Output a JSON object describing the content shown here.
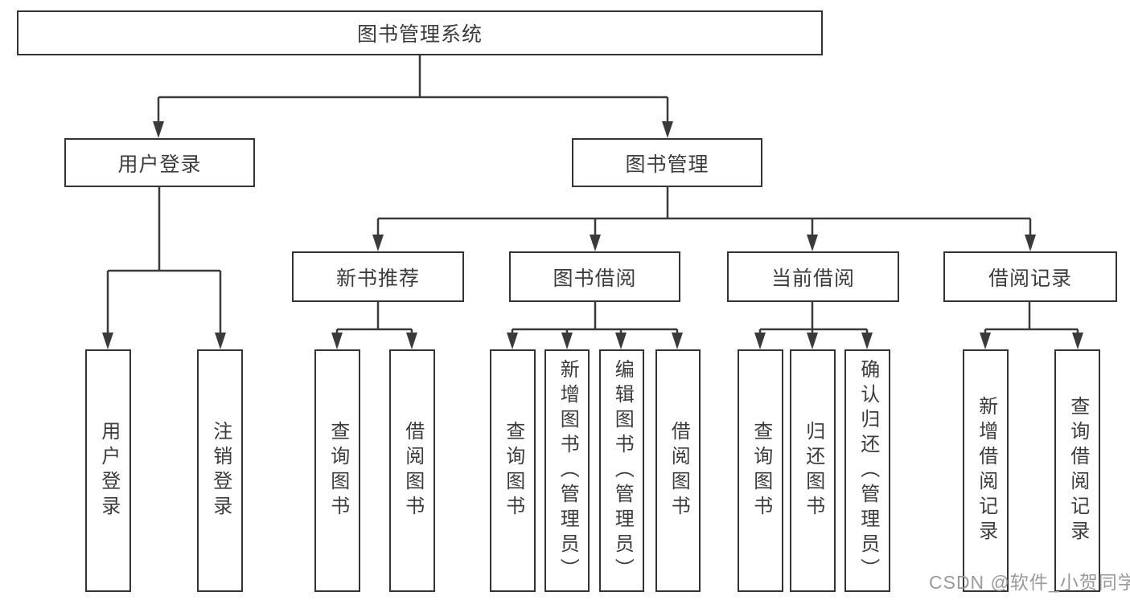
{
  "tree": {
    "root": {
      "label": "图书管理系统"
    },
    "login": {
      "label": "用户登录",
      "children": [
        {
          "label": "用户登录"
        },
        {
          "label": "注销登录"
        }
      ]
    },
    "management": {
      "label": "图书管理",
      "groups": [
        {
          "label": "新书推荐",
          "children": [
            {
              "label": "查询图书"
            },
            {
              "label": "借阅图书"
            }
          ]
        },
        {
          "label": "图书借阅",
          "children": [
            {
              "label": "查询图书"
            },
            {
              "label": "新增图书（管理员）"
            },
            {
              "label": "编辑图书（管理员）"
            },
            {
              "label": "借阅图书"
            }
          ]
        },
        {
          "label": "当前借阅",
          "children": [
            {
              "label": "查询图书"
            },
            {
              "label": "归还图书"
            },
            {
              "label": "确认归还（管理员）"
            }
          ]
        },
        {
          "label": "借阅记录",
          "children": [
            {
              "label": "新增借阅记录"
            },
            {
              "label": "查询借阅记录"
            }
          ]
        }
      ]
    }
  },
  "watermark": {
    "text": "CSDN @软件_小贺同学",
    "color": "#9a9a9a"
  },
  "colors": {
    "background": "#ffffff",
    "box_fill": "#ffffff",
    "box_border": "#333333",
    "line": "#3a3a3a",
    "text": "#3c3c3c"
  }
}
